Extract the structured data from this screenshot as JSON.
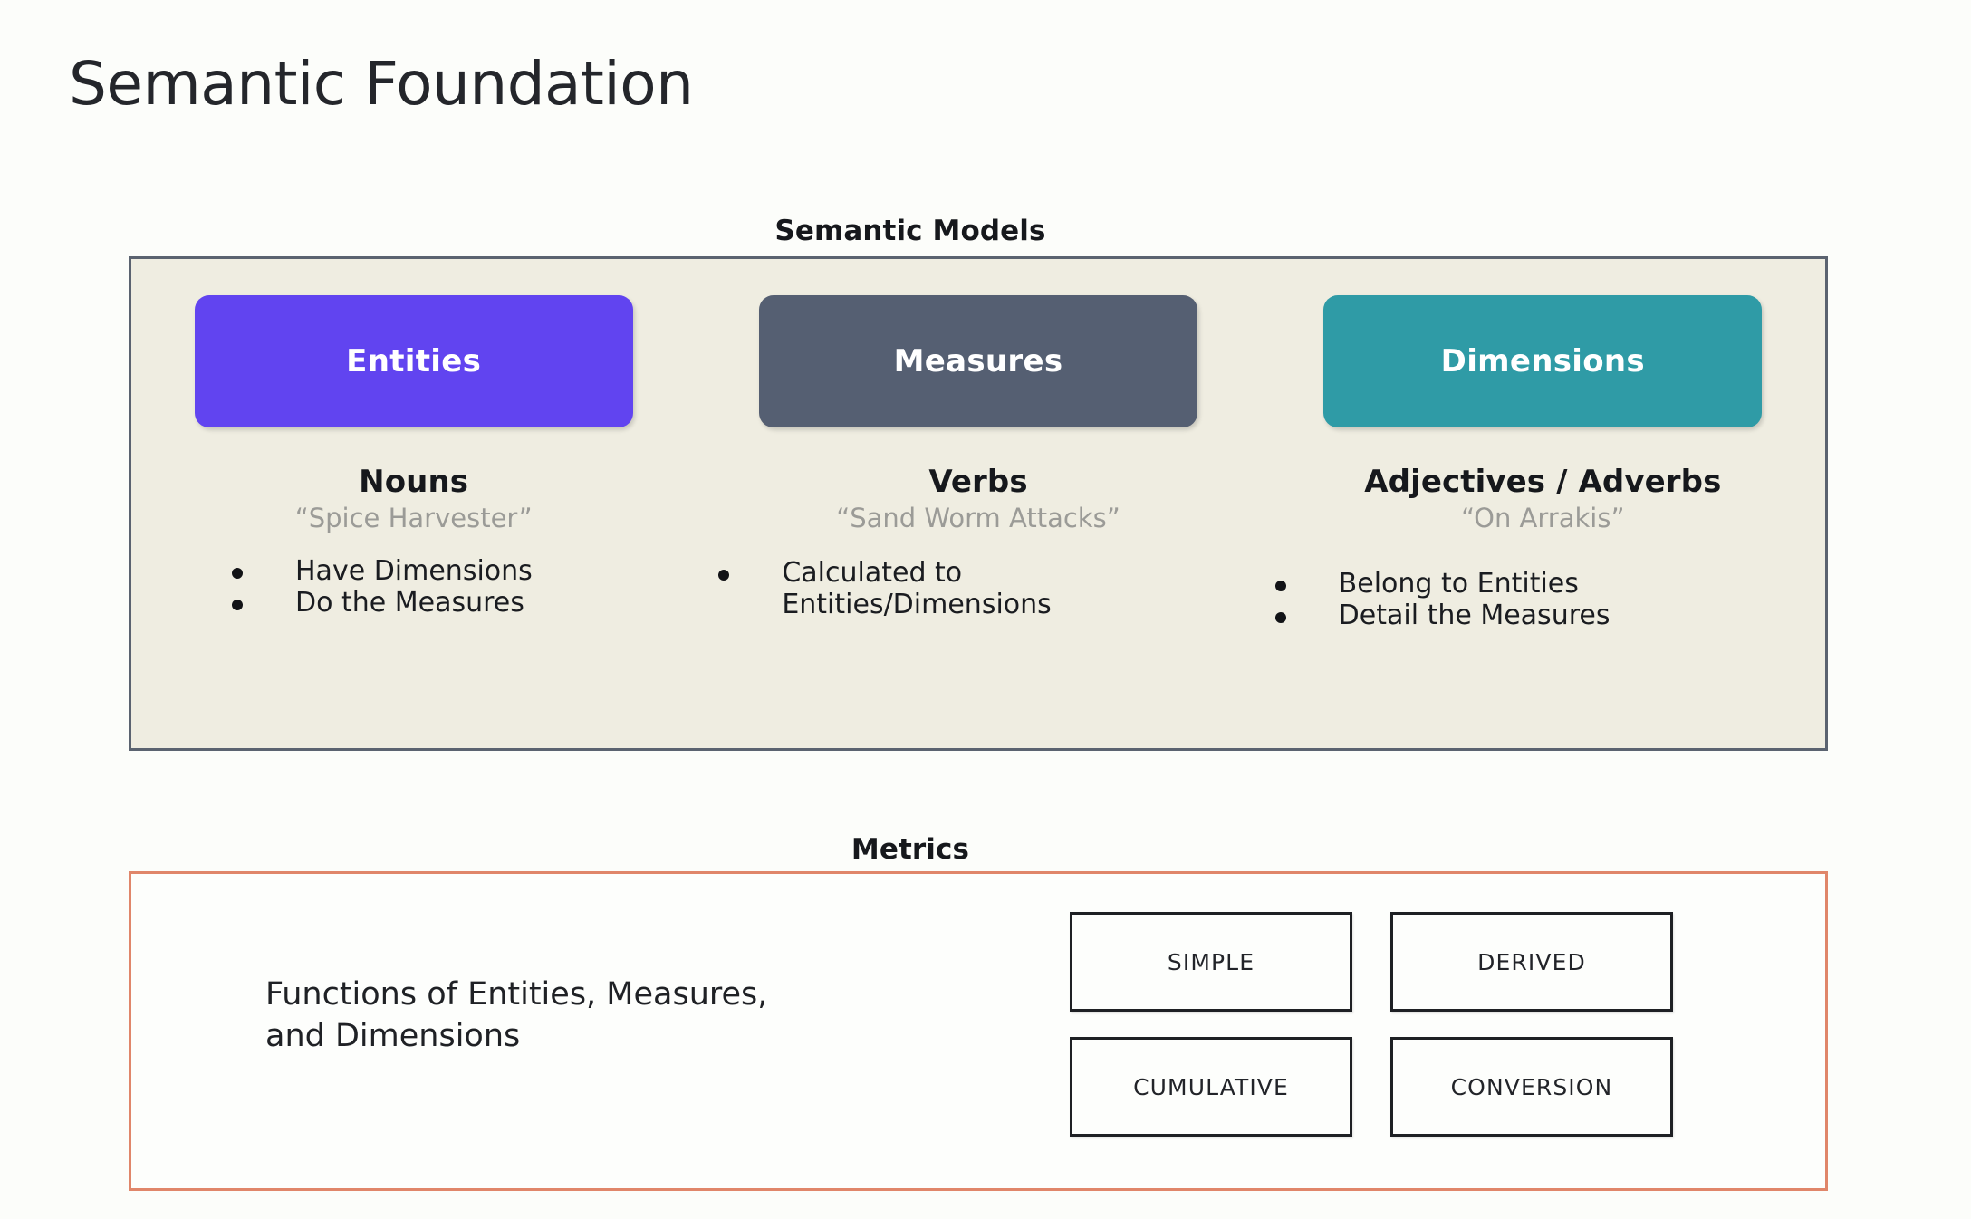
{
  "page_title": "Semantic Foundation",
  "background_color": "#fcfdfa",
  "semantic_models": {
    "heading": "Semantic Models",
    "panel_fill": "#efede1",
    "panel_border": "#5b6370",
    "columns": [
      {
        "pill_label": "Entities",
        "pill_color": "#6144f0",
        "part_of_speech": "Nouns",
        "example": "“Spice Harvester”",
        "bullets": [
          "Have Dimensions",
          "Do the Measures"
        ]
      },
      {
        "pill_label": "Measures",
        "pill_color": "#555f72",
        "part_of_speech": "Verbs",
        "example": "“Sand Worm Attacks”",
        "bullets": [
          "Calculated to\nEntities/Dimensions"
        ]
      },
      {
        "pill_label": "Dimensions",
        "pill_color": "#2f9ba6",
        "part_of_speech": "Adjectives / Adverbs",
        "example": "“On Arrakis”",
        "bullets": [
          "Belong to Entities",
          "Detail the Measures"
        ]
      }
    ]
  },
  "metrics": {
    "heading": "Metrics",
    "panel_fill": "#fdfefc",
    "panel_border": "#e0866a",
    "description": "Functions of Entities, Measures,\nand Dimensions",
    "types": [
      "SIMPLE",
      "DERIVED",
      "CUMULATIVE",
      "CONVERSION"
    ]
  }
}
